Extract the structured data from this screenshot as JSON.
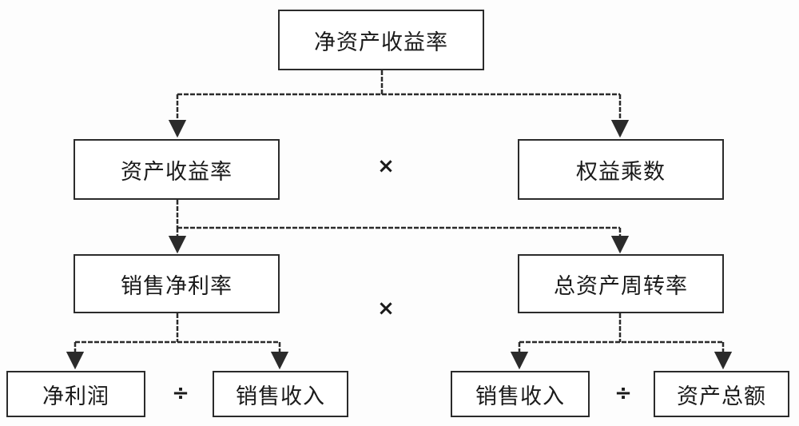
{
  "diagram": {
    "root": {
      "label": "净资产收益率"
    },
    "level1": {
      "left": {
        "label": "资产收益率"
      },
      "operator": "×",
      "right": {
        "label": "权益乘数"
      }
    },
    "level2": {
      "left": {
        "label": "销售净利率"
      },
      "operator": "×",
      "right": {
        "label": "总资产周转率"
      }
    },
    "level3": {
      "left_pair": {
        "numerator": {
          "label": "净利润"
        },
        "operator": "÷",
        "denominator": {
          "label": "销售收入"
        }
      },
      "right_pair": {
        "numerator": {
          "label": "销售收入"
        },
        "operator": "÷",
        "denominator": {
          "label": "资产总额"
        }
      }
    }
  },
  "colors": {
    "line": "#2b2b2b",
    "text": "#1a1a1a",
    "background": "#fdfdfd"
  }
}
